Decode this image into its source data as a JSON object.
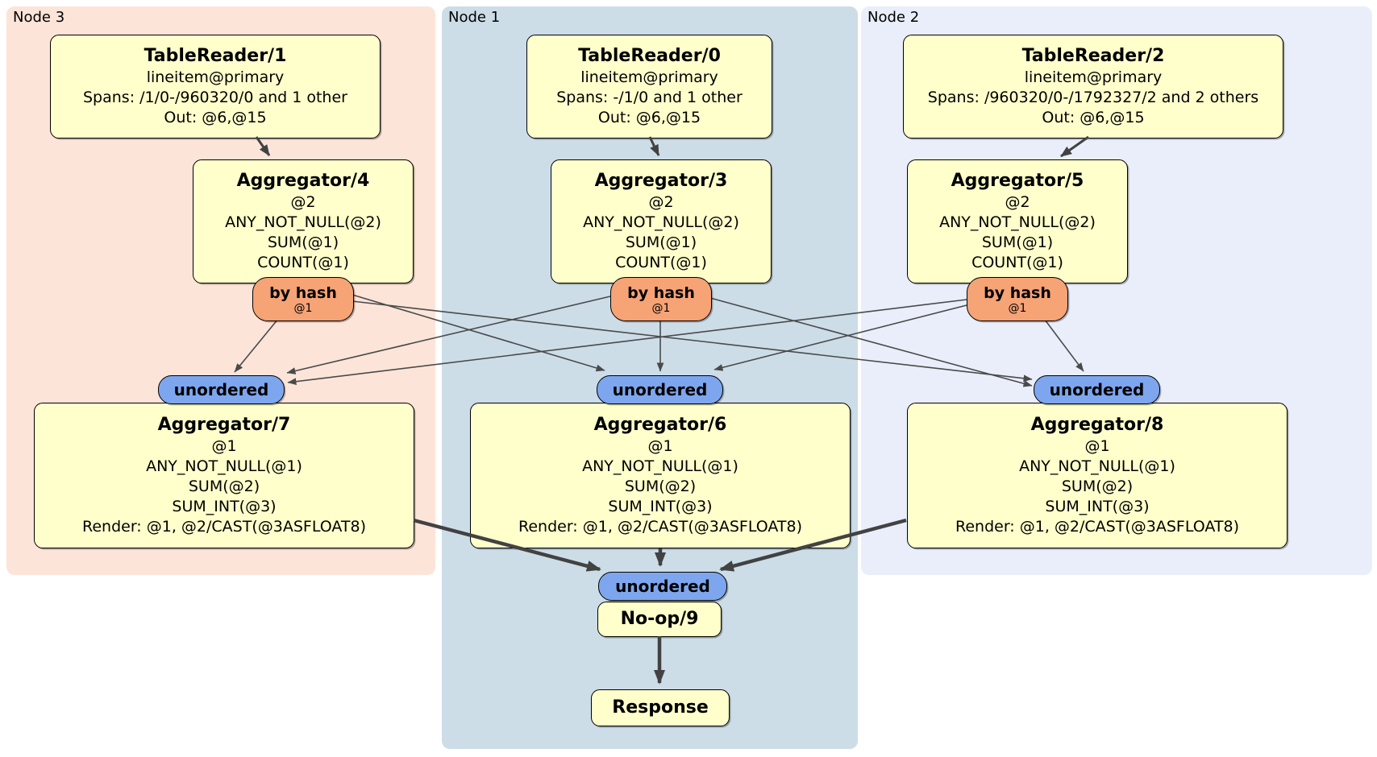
{
  "panels": {
    "node3": {
      "label": "Node 3"
    },
    "node1": {
      "label": "Node 1"
    },
    "node2": {
      "label": "Node 2"
    }
  },
  "processors": {
    "tablereader1": {
      "title": "TableReader/1",
      "lines": [
        "lineitem@primary",
        "Spans: /1/0-/960320/0 and 1 other",
        "Out: @6,@15"
      ]
    },
    "tablereader0": {
      "title": "TableReader/0",
      "lines": [
        "lineitem@primary",
        "Spans: -/1/0 and 1 other",
        "Out: @6,@15"
      ]
    },
    "tablereader2": {
      "title": "TableReader/2",
      "lines": [
        "lineitem@primary",
        "Spans: /960320/0-/1792327/2 and 2 others",
        "Out: @6,@15"
      ]
    },
    "aggregator4": {
      "title": "Aggregator/4",
      "lines": [
        "@2",
        "ANY_NOT_NULL(@2)",
        "SUM(@1)",
        "COUNT(@1)"
      ]
    },
    "aggregator3": {
      "title": "Aggregator/3",
      "lines": [
        "@2",
        "ANY_NOT_NULL(@2)",
        "SUM(@1)",
        "COUNT(@1)"
      ]
    },
    "aggregator5": {
      "title": "Aggregator/5",
      "lines": [
        "@2",
        "ANY_NOT_NULL(@2)",
        "SUM(@1)",
        "COUNT(@1)"
      ]
    },
    "aggregator7": {
      "title": "Aggregator/7",
      "lines": [
        "@1",
        "ANY_NOT_NULL(@1)",
        "SUM(@2)",
        "SUM_INT(@3)",
        "Render: @1, @2/CAST(@3ASFLOAT8)"
      ]
    },
    "aggregator6": {
      "title": "Aggregator/6",
      "lines": [
        "@1",
        "ANY_NOT_NULL(@1)",
        "SUM(@2)",
        "SUM_INT(@3)",
        "Render: @1, @2/CAST(@3ASFLOAT8)"
      ]
    },
    "aggregator8": {
      "title": "Aggregator/8",
      "lines": [
        "@1",
        "ANY_NOT_NULL(@1)",
        "SUM(@2)",
        "SUM_INT(@3)",
        "Render: @1, @2/CAST(@3ASFLOAT8)"
      ]
    },
    "noop9": {
      "title": "No-op/9"
    },
    "response": {
      "title": "Response"
    }
  },
  "router": {
    "label": "by hash",
    "sub": "@1"
  },
  "sync": {
    "label": "unordered"
  },
  "colors": {
    "processor_fill": "#ffffcc",
    "router_fill": "#f6a376",
    "sync_fill": "#7da6ee",
    "node3_fill": "#fce4d9",
    "node1_fill": "#ccdde8",
    "node2_fill": "#e9eefa",
    "edge_thin": "#4a4a4a",
    "edge_thick": "#424242",
    "border": "#000000"
  }
}
